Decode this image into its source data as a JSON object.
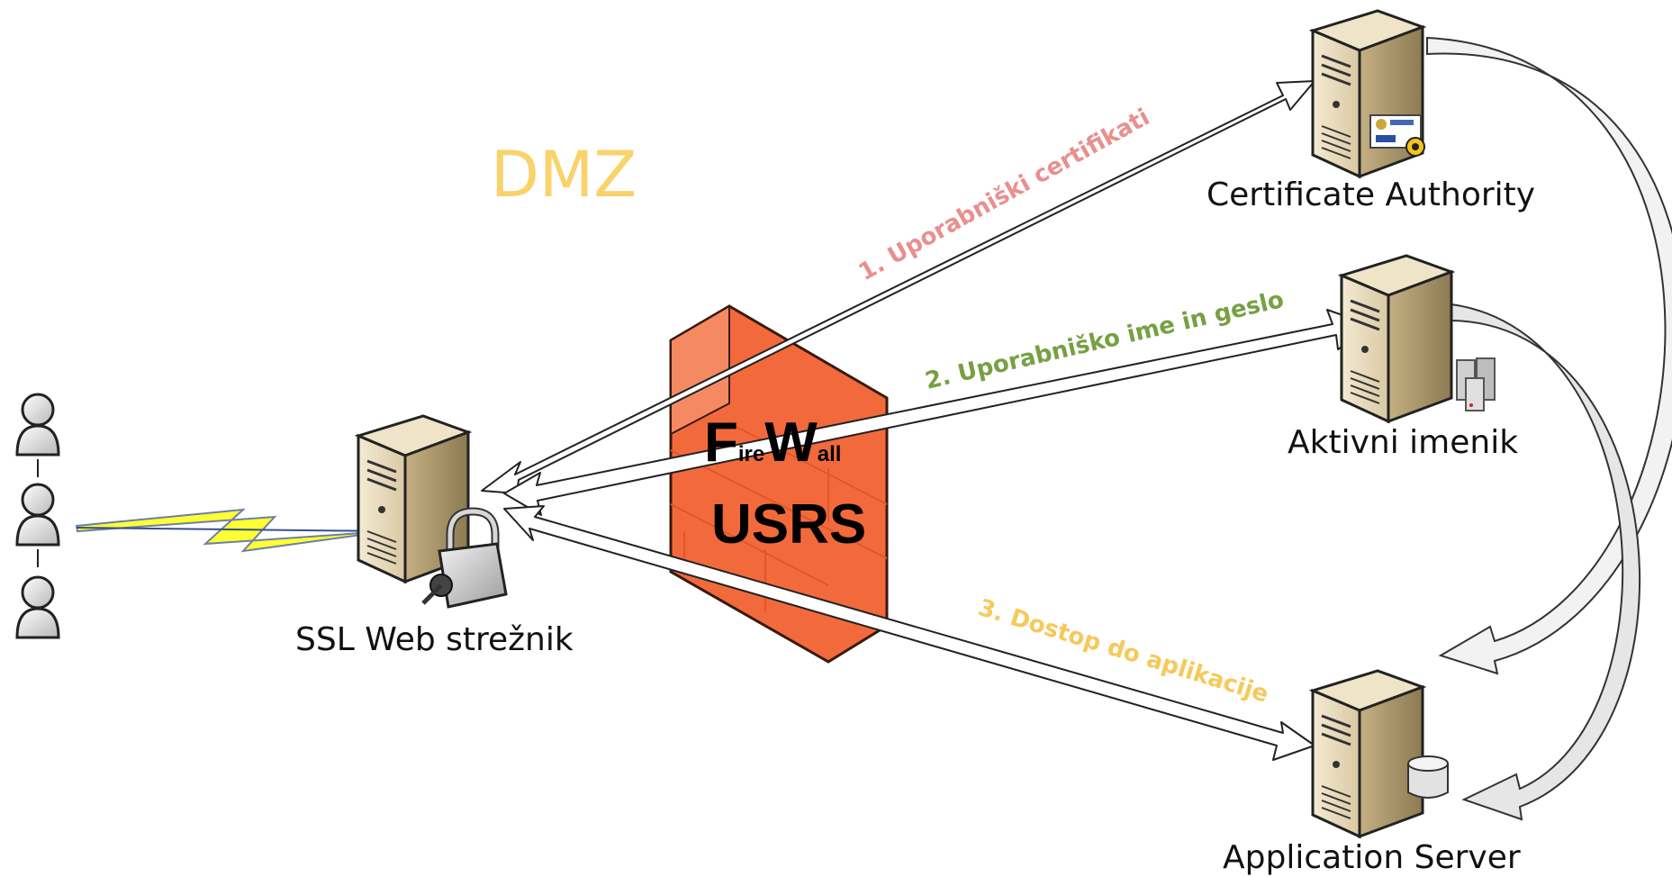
{
  "zone": {
    "label": "DMZ",
    "color": "#f9d26a"
  },
  "firewall": {
    "title_F": "F",
    "title_ire": "ire",
    "title_W": "W",
    "title_all": "all",
    "name": "USRS",
    "color": "#f26a3c"
  },
  "nodes": {
    "web_server": {
      "label": "SSL Web strežnik",
      "icon": "server-lock-icon"
    },
    "certificate_authority": {
      "label": "Certificate Authority",
      "icon": "server-certificate-icon"
    },
    "active_directory": {
      "label": "Aktivni imenik",
      "icon": "server-directory-icon"
    },
    "application_server": {
      "label": "Application Server",
      "icon": "server-database-icon"
    }
  },
  "flows": {
    "f1": {
      "label": "1. Uporabniški certifikati",
      "color": "#e8908e"
    },
    "f2": {
      "label": "2. Uporabniško ime in geslo",
      "color": "#77a043"
    },
    "f3": {
      "label": "3. Dostop do aplikacije",
      "color": "#f6c95a"
    }
  },
  "users": {
    "icon": "user-icon",
    "count": 3
  }
}
